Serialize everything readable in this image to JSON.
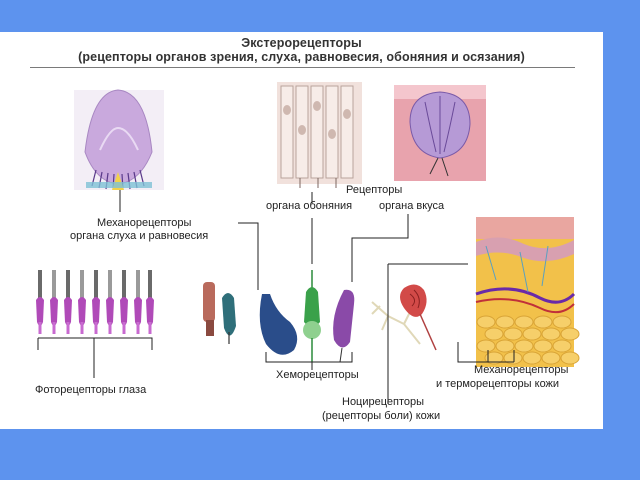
{
  "title": {
    "main": "Экстерорецепторы",
    "sub": "(рецепторы органов зрения, слуха, равновесия, обоняния и осязания)"
  },
  "labels": {
    "mechano_hearing_1": "Механорецепторы",
    "mechano_hearing_2": "органа слуха и равновесия",
    "receptors": "Рецепторы",
    "olfactory": "органа обоняния",
    "taste": "органа вкуса",
    "photo": "Фоторецепторы глаза",
    "chemo": "Хеморецепторы",
    "noci_1": "Ноцирецепторы",
    "noci_2": "(рецепторы боли) кожи",
    "mechano_skin_1": "Механорецепторы",
    "mechano_skin_2": "и терморецепторы кожи"
  },
  "colors": {
    "background": "#5d93ee",
    "slide": "#ffffff",
    "line": "#222222"
  }
}
